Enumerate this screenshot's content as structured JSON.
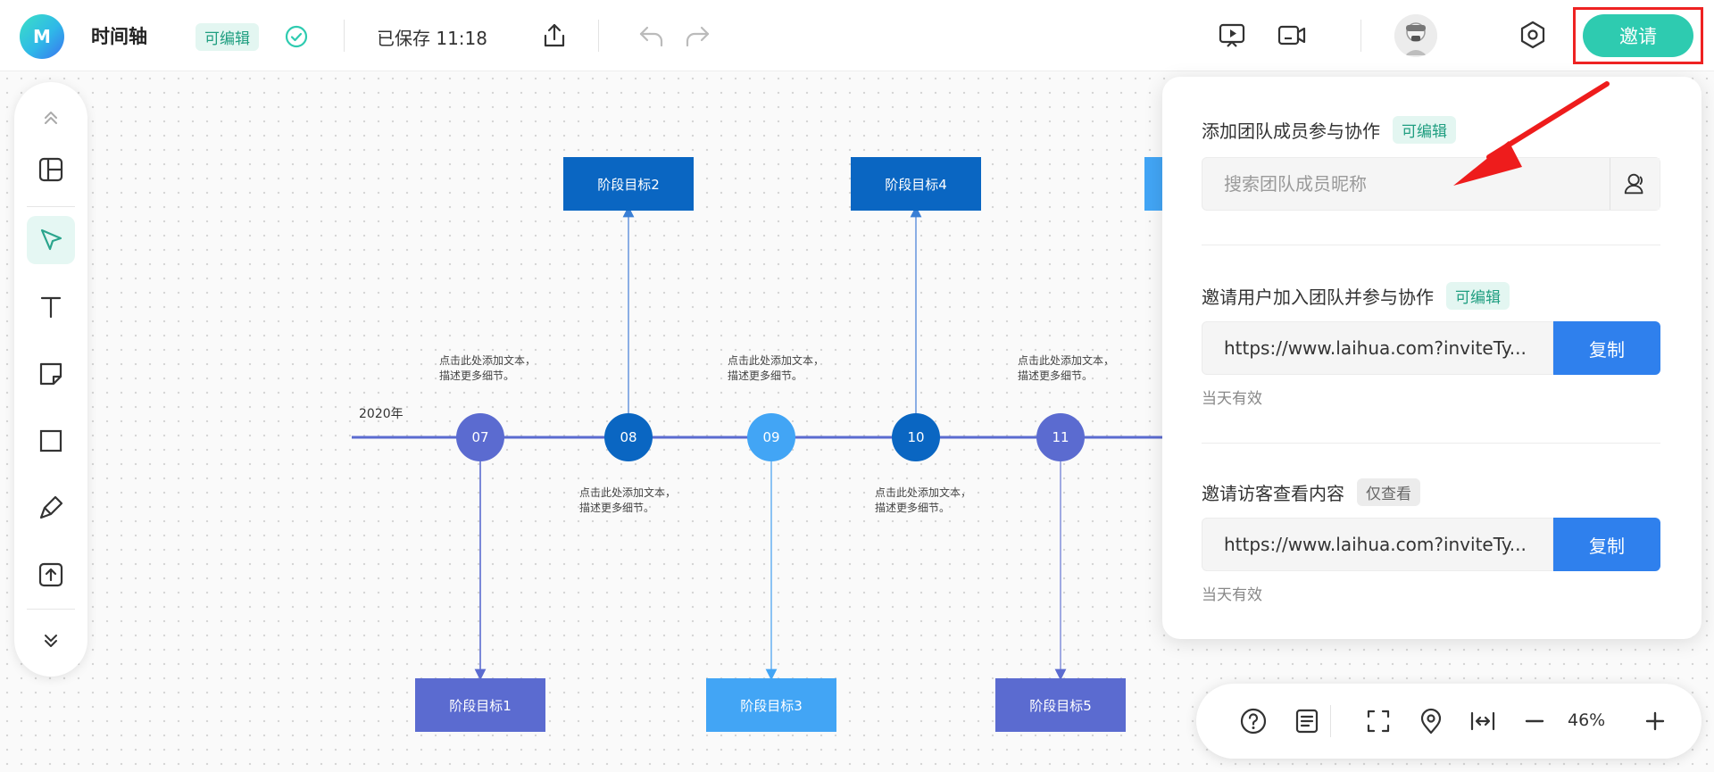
{
  "app": {
    "logo_text": "M",
    "title": "时间轴",
    "permission_tag": "可编辑",
    "saved_status": "已保存 11:18",
    "invite_label": "邀请"
  },
  "toolbar_icons": [
    "share-icon",
    "undo-icon",
    "redo-icon",
    "presentation-icon",
    "video-call-icon",
    "avatar",
    "settings-icon"
  ],
  "left_tools": [
    "collapse-up-icon",
    "template-icon",
    "select-pointer-icon",
    "text-icon",
    "sticky-note-icon",
    "rectangle-icon",
    "pen-icon",
    "upload-icon",
    "expand-down-icon"
  ],
  "timeline": {
    "year": "2020年",
    "nodes": [
      "07",
      "08",
      "09",
      "10",
      "11"
    ],
    "goals": {
      "g1": "阶段目标1",
      "g2": "阶段目标2",
      "g3": "阶段目标3",
      "g4": "阶段目标4",
      "g5": "阶段目标5"
    },
    "note_line1": "点击此处添加文本，",
    "note_line2": "描述更多细节。"
  },
  "invite_panel": {
    "team_title": "添加团队成员参与协作",
    "team_tag": "可编辑",
    "search_placeholder": "搜索团队成员昵称",
    "user_title": "邀请用户加入团队并参与协作",
    "user_tag": "可编辑",
    "user_link": "https://www.laihua.com?inviteTy...",
    "copy_label": "复制",
    "valid_text": "当天有效",
    "guest_title": "邀请访客查看内容",
    "guest_tag": "仅查看",
    "guest_link": "https://www.laihua.com?inviteTy..."
  },
  "zoom": {
    "level": "46%"
  },
  "colors": {
    "brand": "#2ecbb0",
    "copy_button": "#2f80ed",
    "highlight_border": "#ee2222",
    "node_purple": "#5b6bd0",
    "node_dark_blue": "#0a66c2",
    "node_light_blue": "#42a5f5"
  }
}
